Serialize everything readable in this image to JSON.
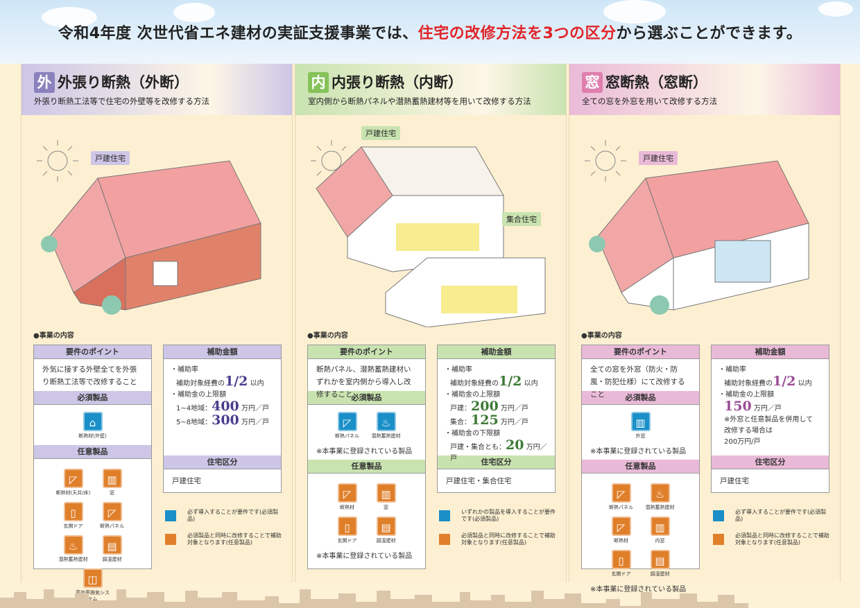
{
  "title": {
    "pre": "令和4年度 次世代省エネ建材の実証支援事業では、",
    "highlight": "住宅の改修方法を3つの区分",
    "post": "から選ぶことができます。"
  },
  "legend": {
    "required_color": "#1a8fc8",
    "optional_color": "#e07f2a"
  },
  "columns": [
    {
      "badge": "外",
      "title": "外張り断熱（外断）",
      "subtitle": "外張り断熱工法等で住宅の外壁等を改修する方法",
      "accent": "#8b82bd",
      "light": "#cdc6e6",
      "numcolor": "#483c8c",
      "tags": [
        "戸建住宅"
      ],
      "section": "●事業の内容",
      "req_head": "要件のポイント",
      "req_text": "外気に接する外壁全てを外張り断熱工法等で改修すること",
      "must_head": "必須製品",
      "must": [
        {
          "label": "断熱材(外壁)",
          "icon": "house-icon"
        }
      ],
      "must_note": "",
      "opt_head": "任意製品",
      "opt": [
        {
          "label": "断熱材(天井/床)",
          "icon": "insulation-icon"
        },
        {
          "label": "窓",
          "icon": "window-icon"
        },
        {
          "label": "玄関ドア",
          "icon": "door-icon"
        },
        {
          "label": "断熱パネル",
          "icon": "panel-icon"
        },
        {
          "label": "潜熱蓄熱建材",
          "icon": "heat-storage-icon"
        },
        {
          "label": "調湿建材",
          "icon": "humidity-icon"
        },
        {
          "label": "高効率換気システム",
          "icon": "ventilation-icon"
        }
      ],
      "opt_note": "",
      "amt_head": "補助金額",
      "amt": [
        {
          "t": "・補助率"
        },
        {
          "t": "補助対象経費の",
          "n": "1/2",
          "u": " 以内"
        },
        {
          "t": "・補助金の上限額"
        },
        {
          "t": "1~4地域：",
          "n": "400",
          "u": " 万円／戸"
        },
        {
          "t": "5~8地域：",
          "n": "300",
          "u": " 万円／戸"
        }
      ],
      "house_head": "住宅区分",
      "house": "戸建住宅",
      "leg_req": "必ず導入することが要件です(必須製品)",
      "leg_opt": "必須製品と同時に改修することで補助対象となります(任意製品)"
    },
    {
      "badge": "内",
      "title": "内張り断熱（内断）",
      "subtitle": "室内側から断熱パネルや潜熱蓄熱建材等を用いて改修する方法",
      "accent": "#86c25a",
      "light": "#c9e3b0",
      "numcolor": "#3c7a36",
      "tags": [
        "戸建住宅",
        "集合住宅"
      ],
      "section": "●事業の内容",
      "req_head": "要件のポイント",
      "req_text": "断熱パネル、潜熱蓄熱建材いずれかを室内側から導入し改修すること",
      "must_head": "必須製品",
      "must": [
        {
          "label": "断熱パネル",
          "icon": "panel-icon"
        },
        {
          "label": "潜熱蓄熱建材",
          "icon": "heat-storage-icon"
        }
      ],
      "must_note": "※本事業に登録されている製品",
      "opt_head": "任意製品",
      "opt": [
        {
          "label": "断熱材",
          "icon": "insulation-icon"
        },
        {
          "label": "窓",
          "icon": "window-icon"
        },
        {
          "label": "玄関ドア",
          "icon": "door-icon"
        },
        {
          "label": "調湿建材",
          "icon": "humidity-icon"
        }
      ],
      "opt_note": "※本事業に登録されている製品",
      "amt_head": "補助金額",
      "amt": [
        {
          "t": "・補助率"
        },
        {
          "t": "補助対象経費の",
          "n": "1/2",
          "u": " 以内"
        },
        {
          "t": "・補助金の上限額"
        },
        {
          "t": "戸建：",
          "n": "200",
          "u": " 万円／戸"
        },
        {
          "t": "集合：",
          "n": "125",
          "u": " 万円／戸"
        },
        {
          "t": "・補助金の下限額"
        },
        {
          "t": "戸建・集合とも：",
          "n": "20",
          "u": " 万円／戸"
        }
      ],
      "house_head": "住宅区分",
      "house": "戸建住宅・集合住宅",
      "leg_req": "いずれかの製品を導入することが要件です(必須製品)",
      "leg_opt": "必須製品と同時に改修することで補助対象となります(任意製品)"
    },
    {
      "badge": "窓",
      "title": "窓断熱（窓断）",
      "subtitle": "全ての窓を外窓を用いて改修する方法",
      "accent": "#df7fae",
      "light": "#e9bad7",
      "numcolor": "#9c4c96",
      "tags": [
        "戸建住宅"
      ],
      "section": "●事業の内容",
      "req_head": "要件のポイント",
      "req_text": "全ての窓を外窓（防火・防風・防犯仕様）にて改修すること",
      "must_head": "必須製品",
      "must": [
        {
          "label": "外窓",
          "icon": "window-icon"
        }
      ],
      "must_note": "※本事業に登録されている製品",
      "opt_head": "任意製品",
      "opt": [
        {
          "label": "断熱パネル",
          "icon": "panel-icon"
        },
        {
          "label": "潜熱蓄熱建材",
          "icon": "heat-storage-icon"
        },
        {
          "label": "断熱材",
          "icon": "insulation-icon"
        },
        {
          "label": "内窓",
          "icon": "window-icon"
        },
        {
          "label": "玄関ドア",
          "icon": "door-icon"
        },
        {
          "label": "調湿建材",
          "icon": "humidity-icon"
        }
      ],
      "opt_note": "※本事業に登録されている製品",
      "amt_head": "補助金額",
      "amt": [
        {
          "t": "・補助率"
        },
        {
          "t": "補助対象経費の",
          "n": "1/2",
          "u": " 以内"
        },
        {
          "t": "・補助金の上限額"
        },
        {
          "t": "",
          "n": "150",
          "u": " 万円／戸"
        },
        {
          "t": "※外窓と任意製品を併用して"
        },
        {
          "t": "改修する場合は"
        },
        {
          "t": "200万円/戸"
        }
      ],
      "house_head": "住宅区分",
      "house": "戸建住宅",
      "leg_req": "必ず導入することが要件です(必須製品)",
      "leg_opt": "必須製品と同時に改修することで補助対象となります(任意製品)"
    }
  ]
}
